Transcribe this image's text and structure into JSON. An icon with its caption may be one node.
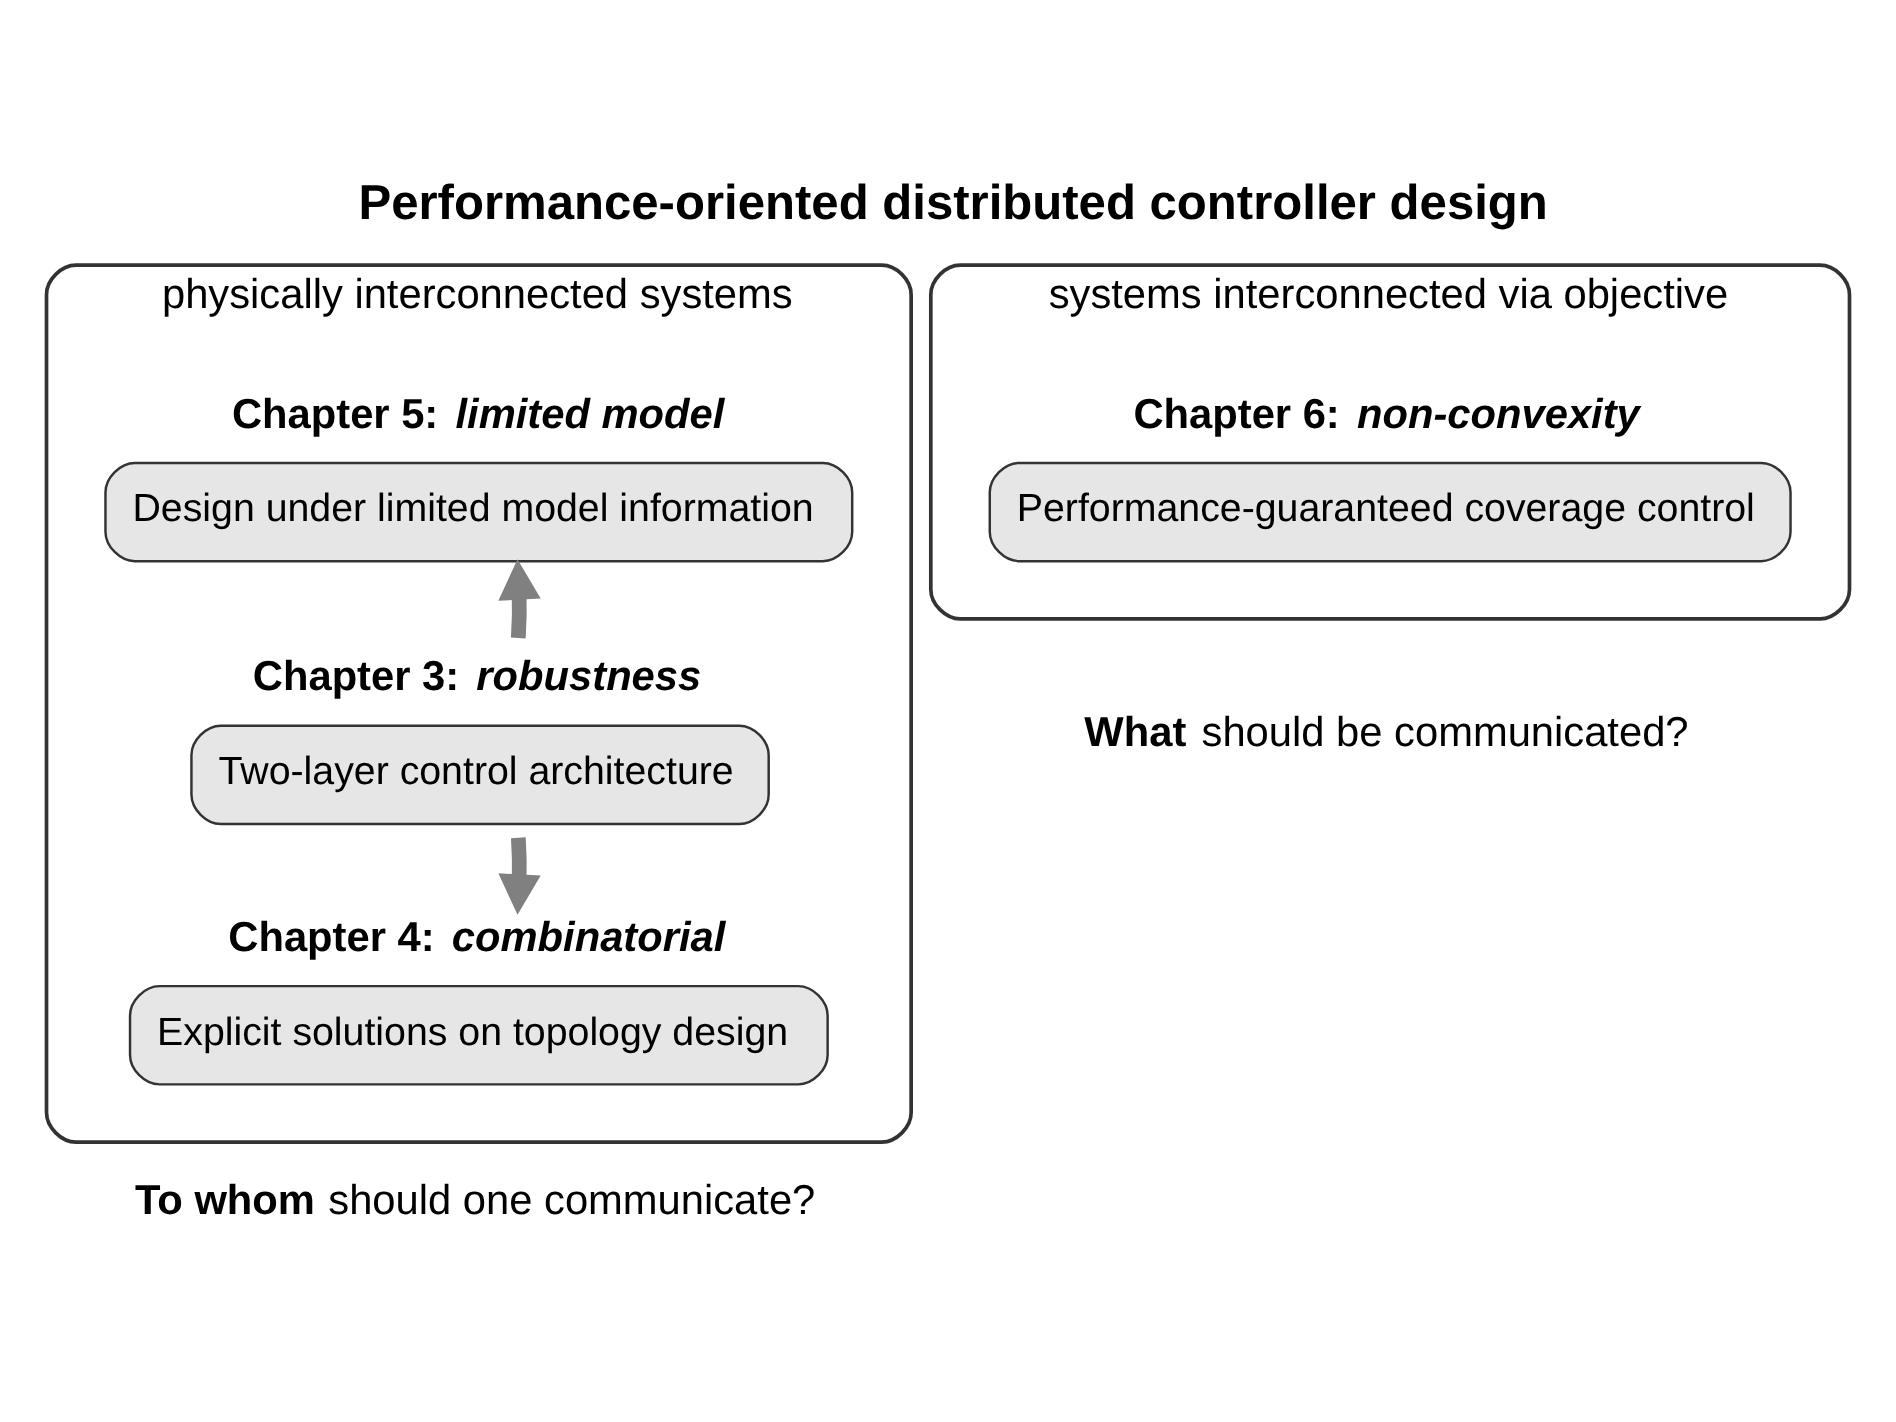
{
  "diagram": {
    "title": "Performance-oriented distributed controller design",
    "nodes": [
      {
        "text": [
          "physically interconnected systems"
        ],
        "beside": [
          "**To whom** should one communicate?"
        ]
      },
      {
        "text": [
          "Chapter 5: *limited model*",
          "Design under limited model information"
        ],
        "in": 0
      },
      {
        "text": [
          "Chapter 3: *robustness*",
          "Two-layer control architecture"
        ],
        "in": 0
      },
      {
        "text": [
          "Chapter 4: *combinatorial*",
          "Explicit solutions on topology design"
        ],
        "in": 0
      },
      {
        "text": [
          "systems interconnected via objective"
        ],
        "beside": [
          "**What** should be communicated?"
        ]
      },
      {
        "text": [
          "Chapter 6: *non-convexity*",
          "Performance-guaranteed coverage control"
        ],
        "in": 4
      }
    ],
    "edges": [
      {
        "from": 2,
        "to": 1,
        "arrow": "to"
      },
      {
        "from": 2,
        "to": 3,
        "arrow": "to"
      }
    ]
  }
}
